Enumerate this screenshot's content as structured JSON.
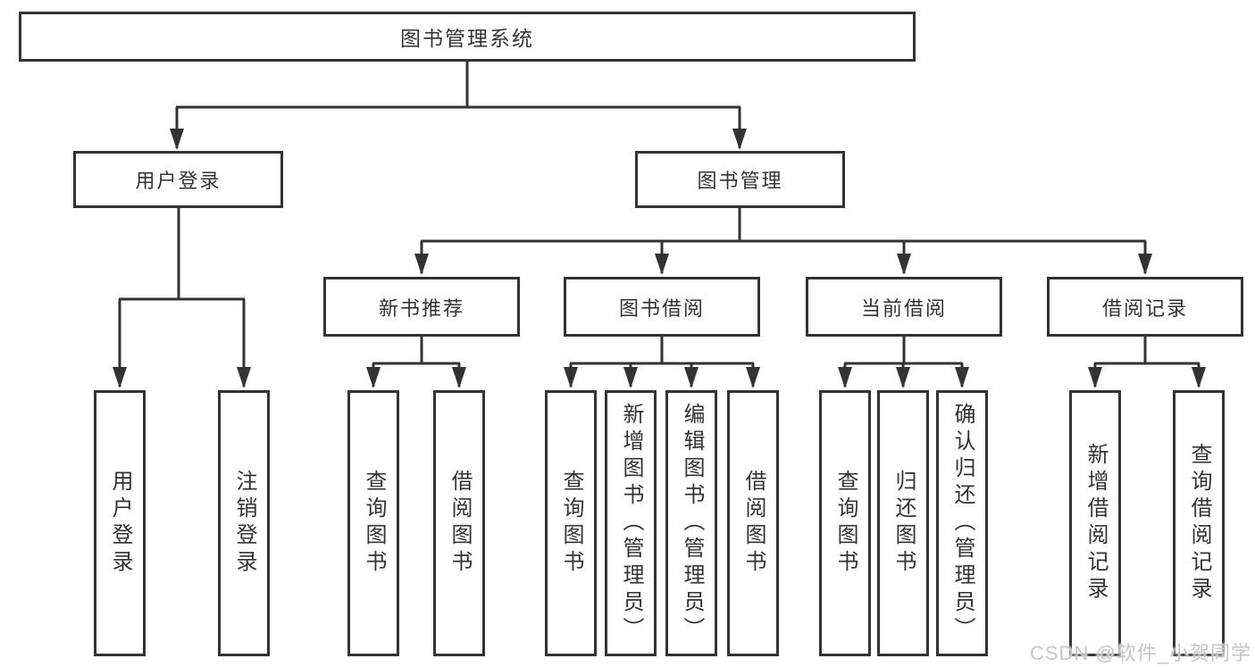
{
  "diagram": {
    "title": "图书管理系统",
    "children": [
      {
        "label": "用户登录",
        "children": [
          {
            "label": "用户登录"
          },
          {
            "label": "注销登录"
          }
        ]
      },
      {
        "label": "图书管理",
        "children": [
          {
            "label": "新书推荐",
            "children": [
              {
                "label": "查询图书"
              },
              {
                "label": "借阅图书"
              }
            ]
          },
          {
            "label": "图书借阅",
            "children": [
              {
                "label": "查询图书"
              },
              {
                "label": "新增图书（管理员）"
              },
              {
                "label": "编辑图书（管理员）"
              },
              {
                "label": "借阅图书"
              }
            ]
          },
          {
            "label": "当前借阅",
            "children": [
              {
                "label": "查询图书"
              },
              {
                "label": "归还图书"
              },
              {
                "label": "确认归还（管理员）"
              }
            ]
          },
          {
            "label": "借阅记录",
            "children": [
              {
                "label": "新增借阅记录"
              },
              {
                "label": "查询借阅记录"
              }
            ]
          }
        ]
      }
    ]
  },
  "watermark": {
    "text": "CSDN @软件_小贺同学"
  },
  "colors": {
    "line": "#333333",
    "box_border": "#333333",
    "text": "#333333",
    "background": "#ffffff",
    "watermark": "#c3c3c3"
  }
}
